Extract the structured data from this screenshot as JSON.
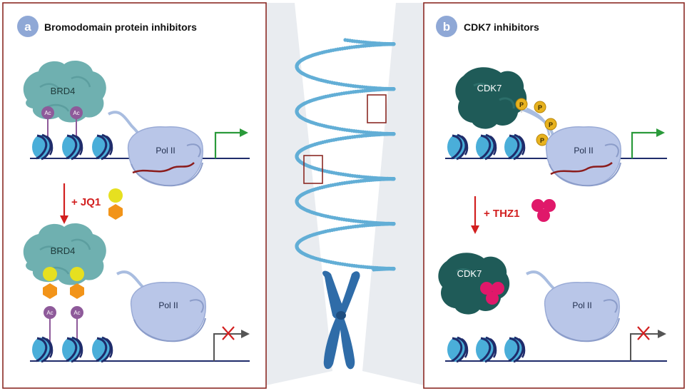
{
  "panel_a": {
    "letter": "a",
    "title": "Bromodomain protein inhibitors",
    "top": {
      "protein": "BRD4",
      "marks": [
        "Ac",
        "Ac"
      ],
      "polymerase": "Pol II"
    },
    "drug": "+ JQ1",
    "bottom": {
      "protein": "BRD4",
      "marks": [
        "Ac",
        "Ac"
      ],
      "polymerase": "Pol II"
    }
  },
  "panel_b": {
    "letter": "b",
    "title": "CDK7 inhibitors",
    "top": {
      "kinase": "CDK7",
      "phospho": [
        "P",
        "P",
        "P",
        "P"
      ],
      "polymerase": "Pol II"
    },
    "drug": "+ THZ1",
    "bottom": {
      "kinase": "CDK7",
      "polymerase": "Pol II"
    }
  },
  "colors": {
    "panel_border": "#8b2a24",
    "badge": "#8fa8d6",
    "inhibitor_red": "#d21f1f",
    "active_arrow": "#2a9a3a",
    "brd4": "#6fb0b0",
    "cdk7": "#1f5b58",
    "pol2": "#b9c6e8",
    "acetyl": "#8e5a9a",
    "phospho": "#e7b21f",
    "jq1_top": "#e6e020",
    "jq1_bottom": "#f29419",
    "thz1": "#e0186a",
    "chromosome": "#2f6ca8",
    "chromatin": "#62aed6"
  }
}
